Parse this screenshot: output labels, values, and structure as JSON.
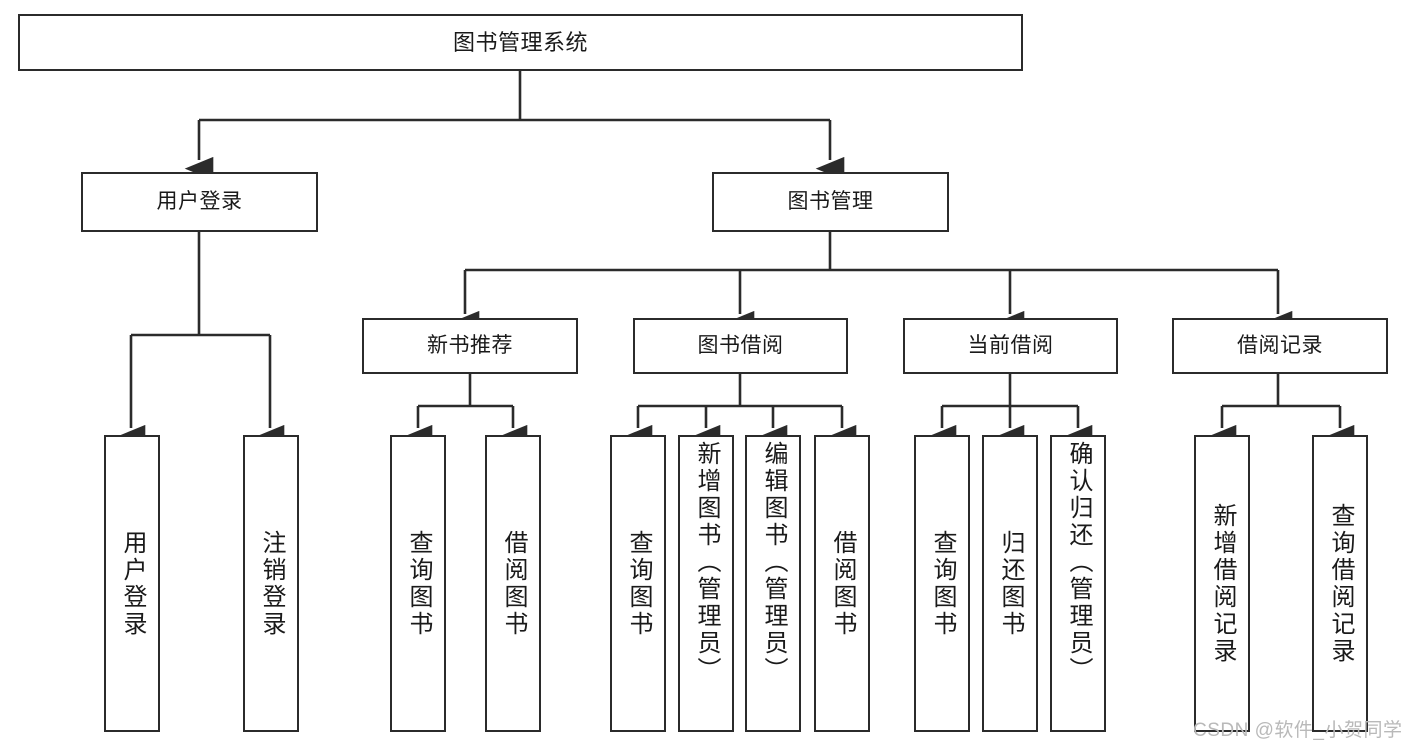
{
  "diagram": {
    "title": "图书管理系统",
    "type": "hierarchy-tree",
    "levels": 4,
    "colors": {
      "stroke": "#2b2b2b",
      "fill": "#ffffff",
      "text": "#1a1a1a",
      "watermark": "#b9b9b9"
    },
    "nodes": {
      "root": {
        "label": "图书管理系统"
      },
      "level2": [
        {
          "label": "用户登录"
        },
        {
          "label": "图书管理"
        }
      ],
      "level3": [
        {
          "label": "新书推荐"
        },
        {
          "label": "图书借阅"
        },
        {
          "label": "当前借阅"
        },
        {
          "label": "借阅记录"
        }
      ],
      "leaves": {
        "user_login": [
          {
            "label": "用户登录"
          },
          {
            "label": "注销登录"
          }
        ],
        "new_book_recommend": [
          {
            "label": "查询图书"
          },
          {
            "label": "借阅图书"
          }
        ],
        "book_borrow": [
          {
            "label": "查询图书"
          },
          {
            "label": "新增图书（管理员）"
          },
          {
            "label": "编辑图书（管理员）"
          },
          {
            "label": "借阅图书"
          }
        ],
        "current_borrow": [
          {
            "label": "查询图书"
          },
          {
            "label": "归还图书"
          },
          {
            "label": "确认归还（管理员）"
          }
        ],
        "borrow_record": [
          {
            "label": "新增借阅记录"
          },
          {
            "label": "查询借阅记录"
          }
        ]
      }
    },
    "watermark": "CSDN @软件_小贺同学"
  }
}
